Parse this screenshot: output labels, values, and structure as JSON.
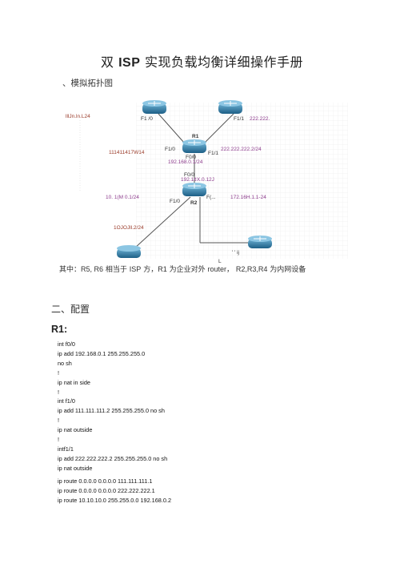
{
  "doc": {
    "title_pre": "双",
    "title_isp": "ISP",
    "title_post": "实现负载均衡详细操作手册",
    "section1": "、模拟拓扑图",
    "caption_pre": "其中：",
    "caption_r": "R5, R6",
    "caption_mid1": "相当于",
    "caption_isp": "ISP",
    "caption_mid2": "方，",
    "caption_r1": "R1",
    "caption_mid3": "为企业对外",
    "caption_router": "router，",
    "caption_r234": "R2,R3,R4",
    "caption_end": "为内网设备",
    "section2": "二、配置",
    "r1_heading": "R1:"
  },
  "diagram": {
    "lbl_tl": "lllJn.ln.L24",
    "lbl_f1_0_top": "F1 /0",
    "lbl_f1_1_top": "F1/1",
    "lbl_net_top": "222.222.",
    "lbl_r1": "R1",
    "lbl_111": "111411417W14",
    "lbl_f1_0": "F1/0",
    "lbl_f0_0": "F0/0",
    "lbl_f1_1": "F1/1",
    "lbl_222": "222.222.222.2/24",
    "lbl_192_1": "192.168.0.1/24",
    "lbl_fe0_0": "F0/0",
    "lbl_192_2": "192.1¢X.0.12J",
    "lbl_10": "10. 1(M 0.1/24",
    "lbl_f1_0_r2": "F1/0",
    "lbl_fe": "F(...",
    "lbl_r2": "R2",
    "lbl_172": "172.16H.1.1-24",
    "lbl_10b": "1OJOJll.2/24",
    "lbl_bottom": "' ' ij",
    "lbl_l": "L"
  },
  "config": {
    "lines": [
      "int f0/0",
      "ip add 192.168.0.1 255.255.255.0",
      "no sh",
      "!",
      "ip nat in side",
      "!",
      "int f1/0",
      "ip add 111.111.111.2 255.255.255.0 no sh",
      "!",
      "ip nat outside",
      "!",
      "intf1/1",
      "ip add 222.222.222.2 255.255.255.0 no sh",
      "ip nat outside",
      "",
      "ip route 0.0.0.0 0.0.0.0 111.111.111.1",
      "ip route 0.0.0.0 0.0.0.0 222.222.222.1",
      "ip route 10.10.10.0 255.255.0.0 192.168.0.2"
    ]
  },
  "colors": {
    "router": "#2f7fa8",
    "label_purple": "#8c3b8c",
    "link": "#555555"
  }
}
